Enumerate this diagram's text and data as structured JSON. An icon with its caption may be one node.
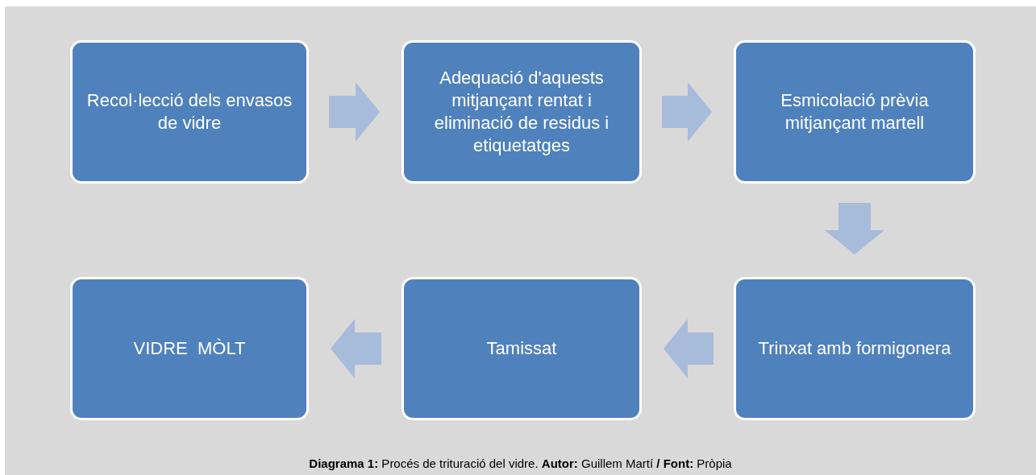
{
  "diagram": {
    "caption": "**Diagrama 1:** Procés de trituració del vidre. **Autor:** Guillem Martí **/ Font:** Pròpia",
    "nodes": [
      {
        "text": [
          "Recol·lecció dels envasos de vidre"
        ]
      },
      {
        "text": [
          "Adequació d'aquests mitjançant rentat i eliminació de residus i etiquetatges"
        ]
      },
      {
        "text": [
          "Esmicolació prèvia mitjançant martell"
        ]
      },
      {
        "text": [
          "VIDRE  MÒLT"
        ]
      },
      {
        "text": [
          "Tamissat"
        ]
      },
      {
        "text": [
          "Trinxat amb formigonera"
        ]
      }
    ],
    "edges": [
      {
        "from": 0,
        "to": 1,
        "arrow": "to"
      },
      {
        "from": 1,
        "to": 2,
        "arrow": "to"
      },
      {
        "from": 2,
        "to": 5,
        "arrow": "to"
      },
      {
        "from": 5,
        "to": 4,
        "arrow": "to"
      },
      {
        "from": 4,
        "to": 3,
        "arrow": "to"
      }
    ]
  }
}
